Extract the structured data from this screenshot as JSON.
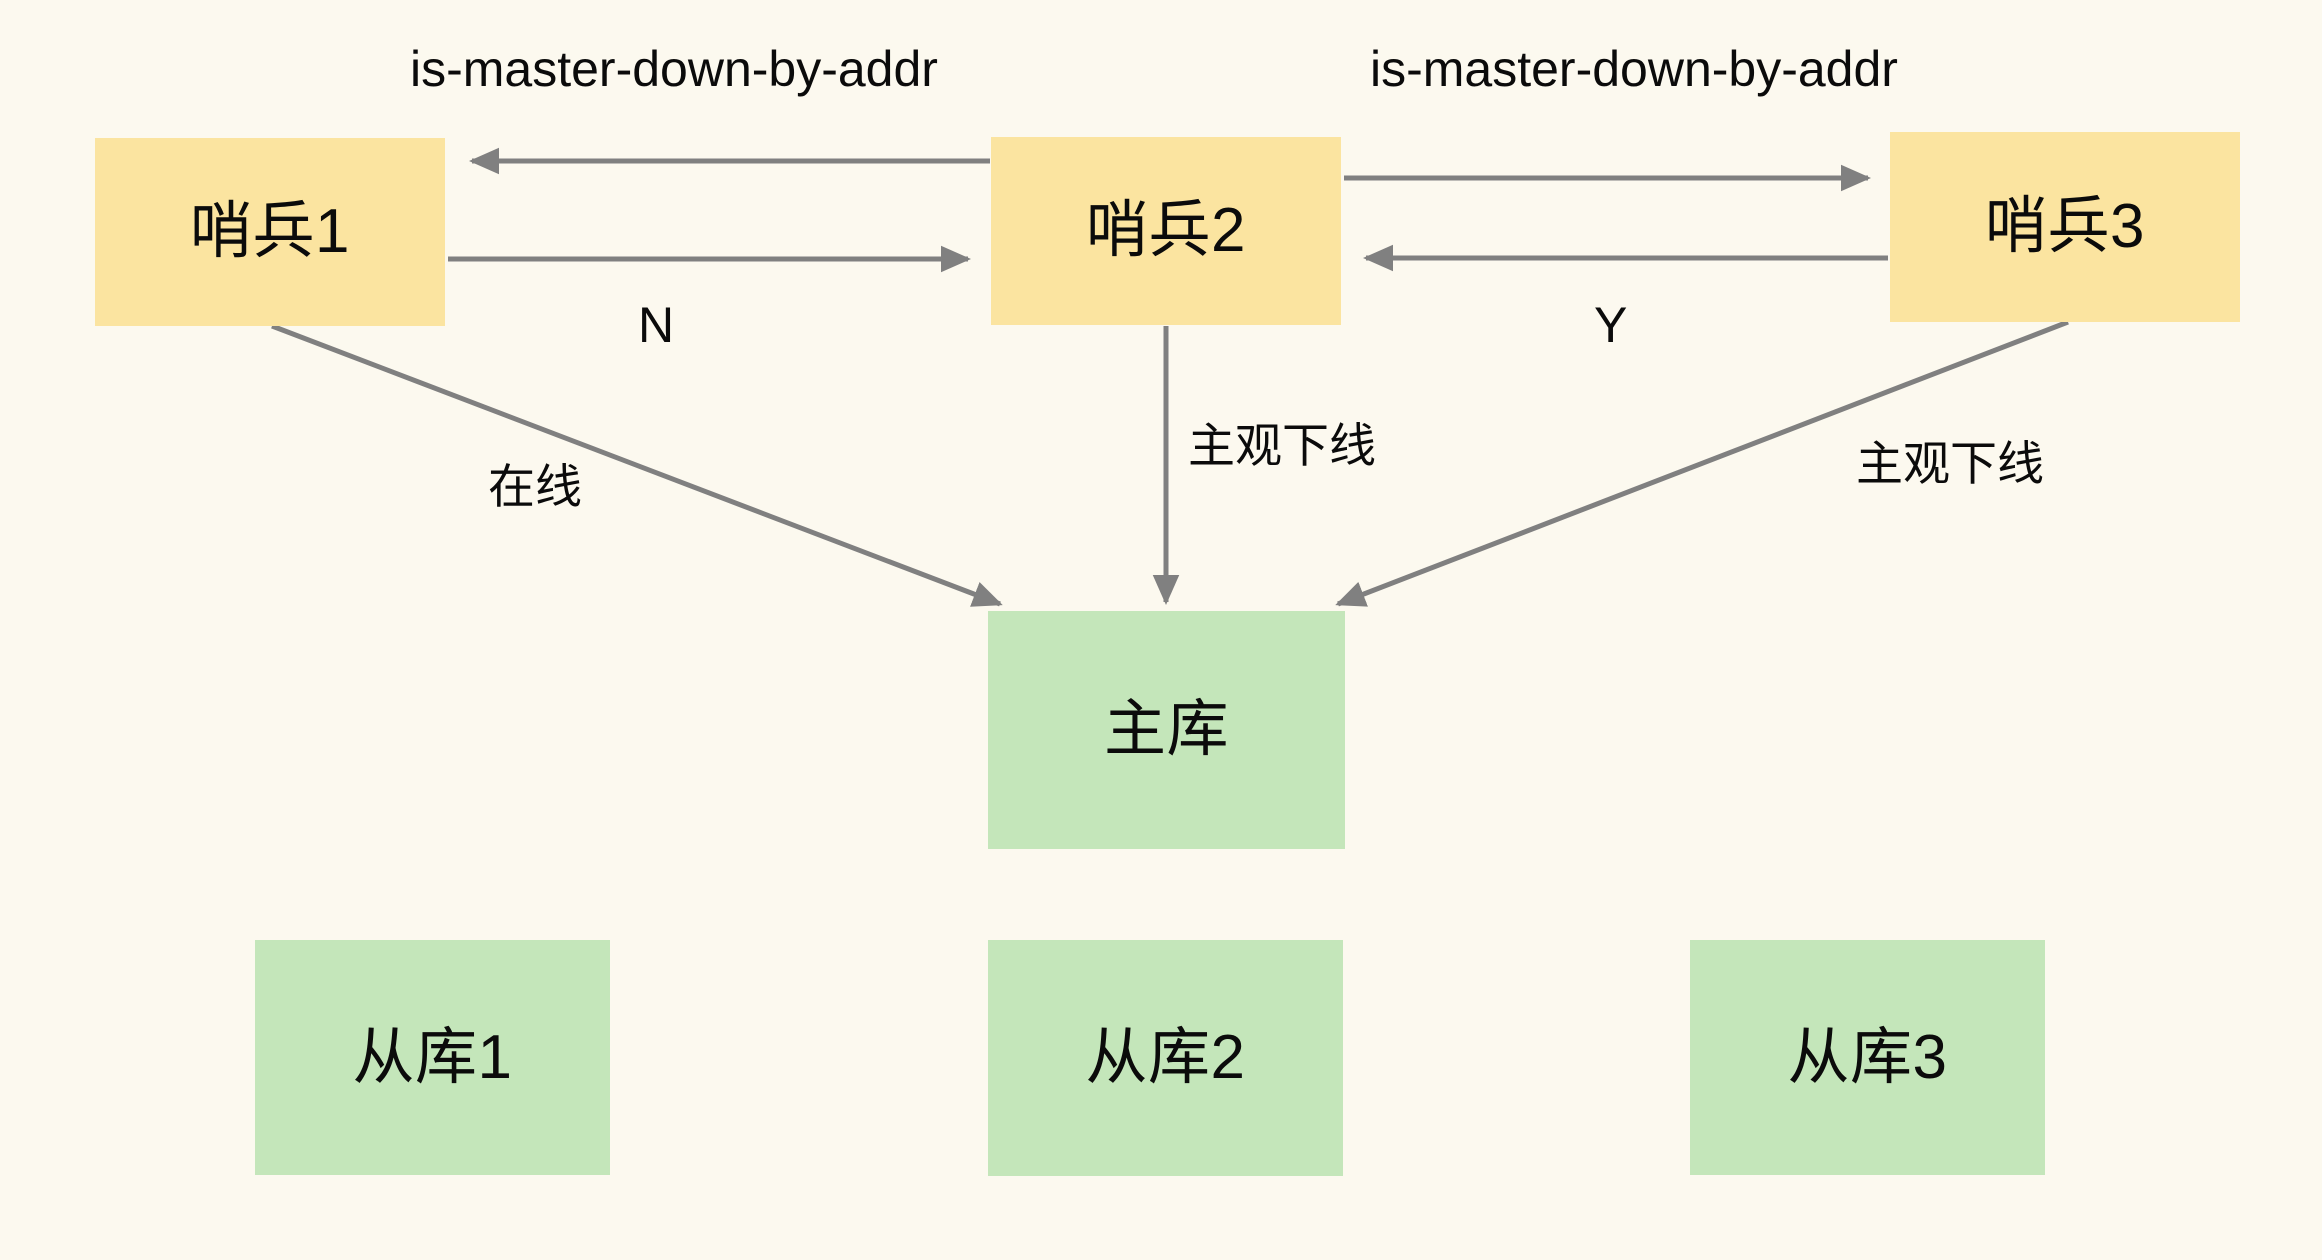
{
  "diagram": {
    "title": "Redis Sentinel subjective/objective down voting diagram",
    "background_color": "#fcf9ef",
    "sentinel_color": "#fbe4a0",
    "database_color": "#c4e6ba",
    "edge_color": "#808080",
    "text_color": "#0b0b0b"
  },
  "nodes": {
    "sentinel1": {
      "label": "哨兵1",
      "type": "sentinel"
    },
    "sentinel2": {
      "label": "哨兵2",
      "type": "sentinel"
    },
    "sentinel3": {
      "label": "哨兵3",
      "type": "sentinel"
    },
    "master": {
      "label": "主库",
      "type": "database"
    },
    "slave1": {
      "label": "从库1",
      "type": "database"
    },
    "slave2": {
      "label": "从库2",
      "type": "database"
    },
    "slave3": {
      "label": "从库3",
      "type": "database"
    }
  },
  "edge_labels": {
    "left_query": "is-master-down-by-addr",
    "right_query": "is-master-down-by-addr",
    "left_vote": "N",
    "right_vote": "Y",
    "sentinel1_to_master": "在线",
    "sentinel2_to_master": "主观下线",
    "sentinel3_to_master": "主观下线"
  },
  "edges": [
    {
      "from": "sentinel2",
      "to": "sentinel1",
      "label": "is-master-down-by-addr",
      "direction": "left"
    },
    {
      "from": "sentinel1",
      "to": "sentinel2",
      "label": "N",
      "direction": "right"
    },
    {
      "from": "sentinel2",
      "to": "sentinel3",
      "label": "is-master-down-by-addr",
      "direction": "right"
    },
    {
      "from": "sentinel3",
      "to": "sentinel2",
      "label": "Y",
      "direction": "left"
    },
    {
      "from": "sentinel1",
      "to": "master",
      "label": "在线",
      "direction": "diagonal-down-right"
    },
    {
      "from": "sentinel2",
      "to": "master",
      "label": "主观下线",
      "direction": "down"
    },
    {
      "from": "sentinel3",
      "to": "master",
      "label": "主观下线",
      "direction": "diagonal-down-left"
    }
  ]
}
